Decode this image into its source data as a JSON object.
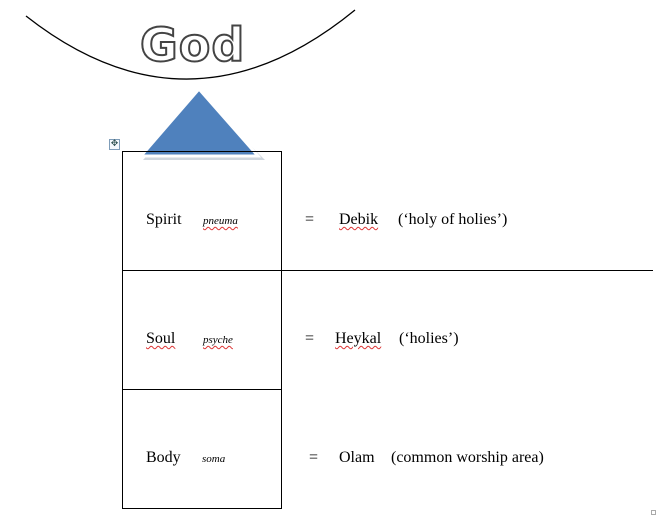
{
  "title_word": "God",
  "rows": [
    {
      "label": "Spirit",
      "greek": "pneuma",
      "equals": "=",
      "hebrew": "Debik",
      "meaning": "(‘holy of holies’)"
    },
    {
      "label": "Soul",
      "greek": "psyche",
      "equals": "=",
      "hebrew": "Heykal",
      "meaning": "(‘holies’)"
    },
    {
      "label": "Body",
      "greek": "soma",
      "equals": "=",
      "hebrew": "Olam",
      "meaning": "(common worship area)"
    }
  ],
  "colors": {
    "triangle_fill": "#4f81bd",
    "triangle_outline": "#ffffff",
    "lines": "#000000",
    "spellcheck": "#dd3333"
  },
  "icons": {
    "table_move_handle": "move-arrows-icon"
  }
}
